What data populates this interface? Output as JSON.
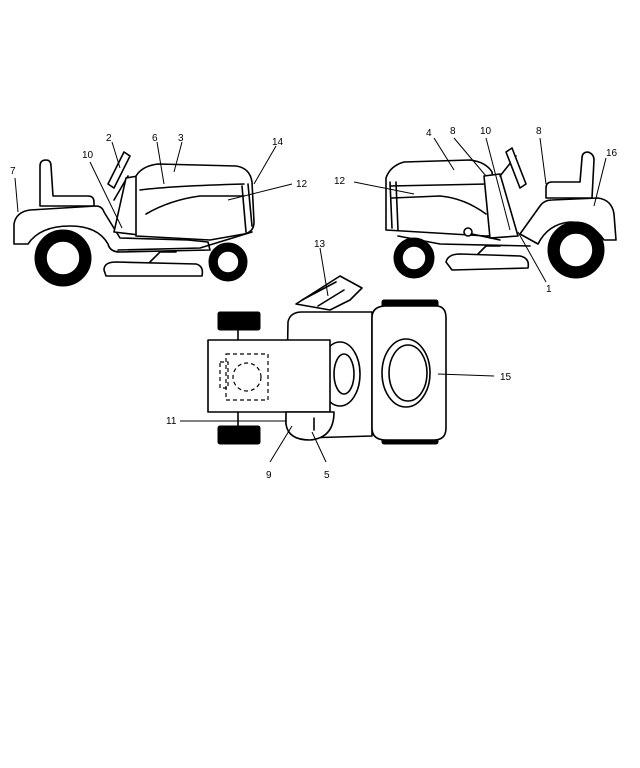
{
  "callouts": {
    "left_view": [
      "2",
      "6",
      "3",
      "14",
      "7",
      "10",
      "12"
    ],
    "right_view": [
      "4",
      "8",
      "10",
      "8",
      "16",
      "12",
      "1"
    ],
    "top_view": [
      "13",
      "15",
      "11",
      "9",
      "5"
    ]
  }
}
